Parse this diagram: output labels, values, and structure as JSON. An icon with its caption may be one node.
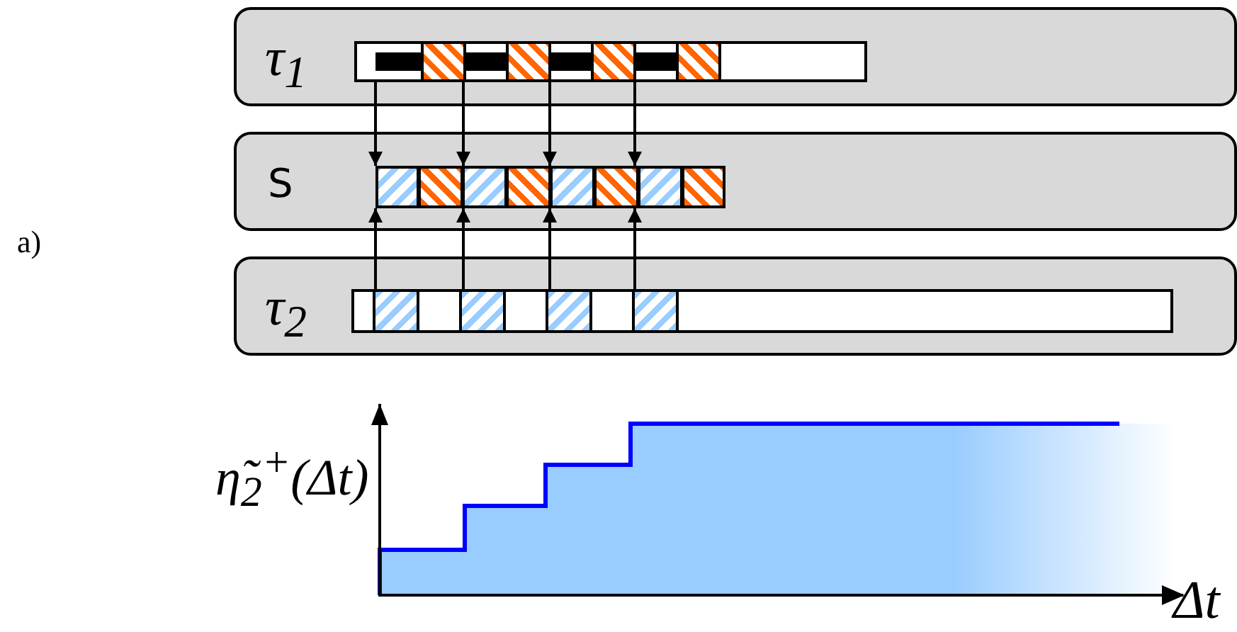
{
  "diagram": {
    "nodes": [
      {
        "text": [
          "τ$_{1}$"
        ]
      },
      {
        "text": [],
        "shape": "bar",
        "in": 0
      },
      {
        "text": [
          "S"
        ]
      },
      {
        "text": [],
        "shape": "bar",
        "in": 2
      },
      {
        "text": [
          "τ$_{2}$"
        ]
      },
      {
        "text": [],
        "shape": "bar",
        "in": 4
      }
    ],
    "edges": [
      {
        "from": 1,
        "to": 3,
        "arrow": "to"
      },
      {
        "from": 1,
        "to": 3,
        "arrow": "to"
      },
      {
        "from": 1,
        "to": 3,
        "arrow": "to"
      },
      {
        "from": 1,
        "to": 3,
        "arrow": "to"
      },
      {
        "from": 5,
        "to": 3,
        "arrow": "to"
      },
      {
        "from": 5,
        "to": 3,
        "arrow": "to"
      },
      {
        "from": 5,
        "to": 3,
        "arrow": "to"
      },
      {
        "from": 5,
        "to": 3,
        "arrow": "to"
      }
    ],
    "labels": [
      "a)",
      "η̃$_{2}$$^{+}$(Δt)",
      "Δt"
    ]
  }
}
